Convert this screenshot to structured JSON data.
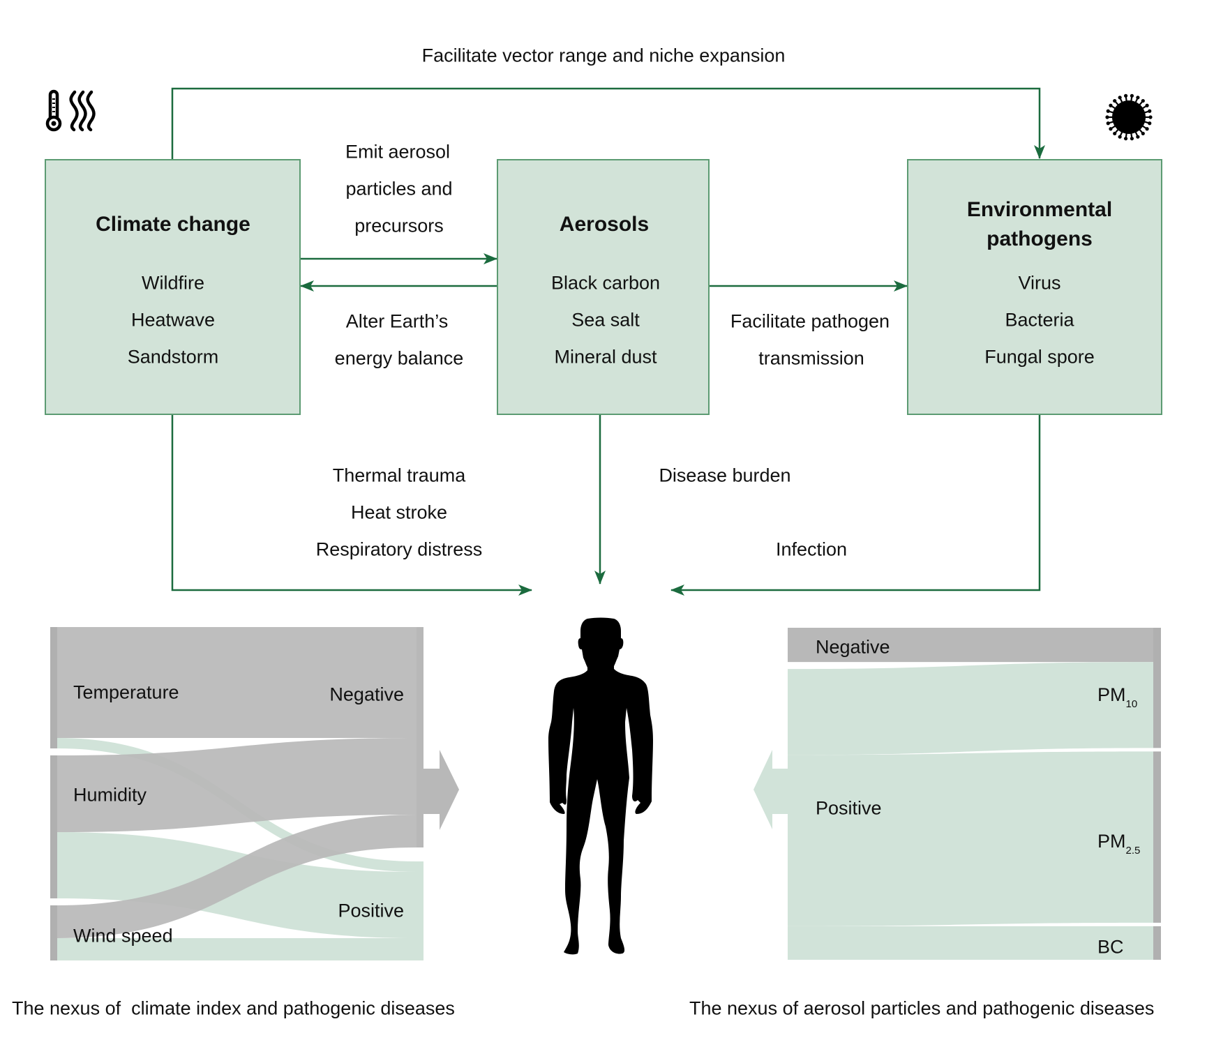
{
  "colors": {
    "arrow": "#1b6b3e",
    "box_fill": "#d2e3d8",
    "box_border": "#5c9b72",
    "sankey_gray": "#b8b8b8",
    "sankey_green": "#d1e3d9",
    "node_gray": "#b0b0b0"
  },
  "icons": {
    "climate": "thermometer-heat-icon",
    "pathogen": "virus-icon",
    "human": "human-silhouette-icon"
  },
  "top_link": {
    "label": "Facilitate vector range and niche expansion"
  },
  "boxes": {
    "climate": {
      "title": "Climate change",
      "items": [
        "Wildfire",
        "Heatwave",
        "Sandstorm"
      ]
    },
    "aerosols": {
      "title": "Aerosols",
      "items": [
        "Black carbon",
        "Sea salt",
        "Mineral dust"
      ]
    },
    "pathogens": {
      "title_lines": [
        "Environmental",
        "pathogens"
      ],
      "items": [
        "Virus",
        "Bacteria",
        "Fungal spore"
      ]
    }
  },
  "links": {
    "emit": [
      "Emit aerosol",
      "particles and",
      "precursors"
    ],
    "alter": [
      "Alter Earth’s",
      "energy balance"
    ],
    "transmission": [
      "Facilitate pathogen",
      "transmission"
    ],
    "climate_health": [
      "Thermal trauma",
      "Heat stroke",
      "Respiratory distress"
    ],
    "disease_burden": "Disease burden",
    "infection": "Infection"
  },
  "chart_data": [
    {
      "type": "sankey",
      "title": "The nexus of  climate index and pathogenic diseases",
      "sources": [
        "Temperature",
        "Humidity",
        "Wind speed"
      ],
      "targets": [
        "Negative",
        "Positive"
      ],
      "flows": [
        {
          "source": "Temperature",
          "target": "Negative",
          "value": 159
        },
        {
          "source": "Temperature",
          "target": "Positive",
          "value": 15
        },
        {
          "source": "Humidity",
          "target": "Negative",
          "value": 110
        },
        {
          "source": "Humidity",
          "target": "Positive",
          "value": 95
        },
        {
          "source": "Wind speed",
          "target": "Negative",
          "value": 47
        },
        {
          "source": "Wind speed",
          "target": "Positive",
          "value": 32
        }
      ],
      "target_colors": {
        "Negative": "#b8b8b8",
        "Positive": "#d1e3d9"
      },
      "arrow_direction": "right"
    },
    {
      "type": "sankey",
      "title": "The nexus of aerosol particles and pathogenic diseases",
      "sources": [
        "Negative",
        "Positive"
      ],
      "targets": [
        "PM10",
        "PM2.5",
        "BC"
      ],
      "target_labels": [
        {
          "base": "PM",
          "sub": "10"
        },
        {
          "base": "PM",
          "sub": "2.5"
        },
        {
          "base": "BC",
          "sub": ""
        }
      ],
      "flows": [
        {
          "source": "Negative",
          "target": "PM10",
          "value": 49
        },
        {
          "source": "Positive",
          "target": "PM10",
          "value": 123
        },
        {
          "source": "Positive",
          "target": "PM2.5",
          "value": 245
        },
        {
          "source": "Positive",
          "target": "BC",
          "value": 48
        }
      ],
      "source_colors": {
        "Negative": "#b8b8b8",
        "Positive": "#d1e3d9"
      },
      "arrow_direction": "left"
    }
  ]
}
